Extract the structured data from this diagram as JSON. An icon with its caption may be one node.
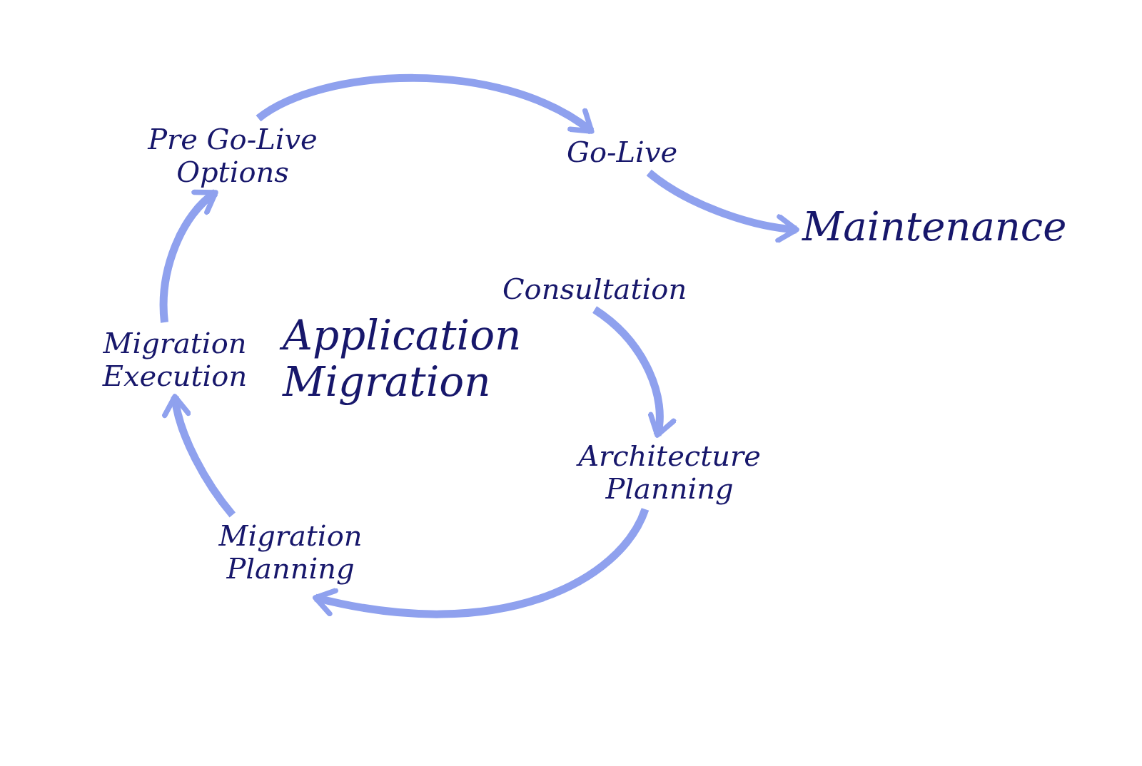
{
  "diagram": {
    "title": "Application Migration",
    "nodes": [
      {
        "text": [
          "Pre Go-Live Options"
        ]
      },
      {
        "text": [
          "Go-Live"
        ]
      },
      {
        "text": [
          "Maintenance"
        ]
      },
      {
        "text": [
          "Consultation"
        ]
      },
      {
        "text": [
          "Migration Execution"
        ]
      },
      {
        "text": [
          "Architecture Planning"
        ]
      },
      {
        "text": [
          "Migration Planning"
        ]
      }
    ],
    "edges": [
      {
        "from": 0,
        "to": 1,
        "arrow": "to"
      },
      {
        "from": 1,
        "to": 2,
        "arrow": "to"
      },
      {
        "from": 3,
        "to": 5,
        "arrow": "to"
      },
      {
        "from": 5,
        "to": 6,
        "arrow": "to"
      },
      {
        "from": 6,
        "to": 4,
        "arrow": "to"
      },
      {
        "from": 4,
        "to": 0,
        "arrow": "to"
      }
    ]
  }
}
